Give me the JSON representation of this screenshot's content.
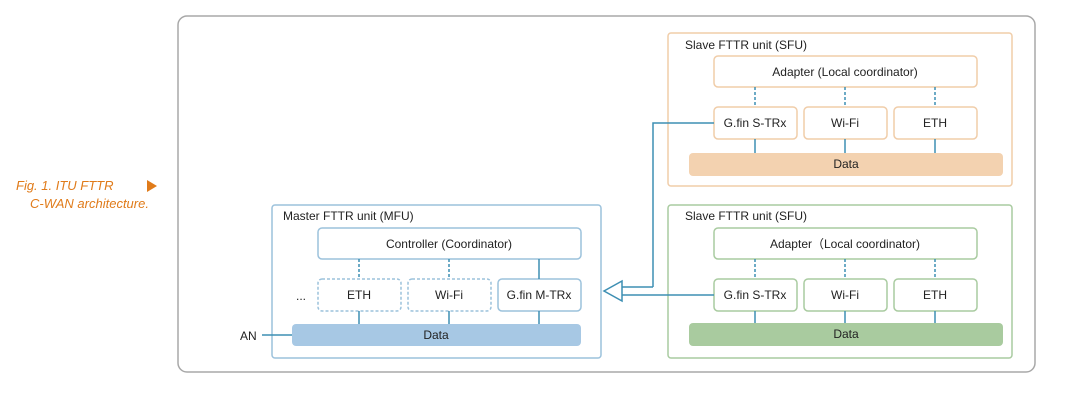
{
  "caption": {
    "line1": "Fig. 1. ITU FTTR",
    "line2": "C-WAN architecture."
  },
  "colors": {
    "caption": "#e07b1a",
    "link": "#3d8fb3",
    "outer_border": "#a8a8a8",
    "mfu_border": "#9cc2dc",
    "mfu_data": "#a7c8e4",
    "sfu1_border": "#f0cda9",
    "sfu1_data": "#f3d2b0",
    "sfu2_border": "#a9cba0",
    "sfu2_data": "#a9cb9f"
  },
  "an_label": "AN",
  "mfu": {
    "title": "Master FTTR unit (MFU)",
    "controller": "Controller (Coordinator)",
    "ellipsis": "...",
    "eth": "ETH",
    "wifi": "Wi-Fi",
    "gfin": "G.fin M-TRx",
    "data": "Data"
  },
  "sfu_top": {
    "title": "Slave FTTR unit (SFU)",
    "adapter": "Adapter (Local coordinator)",
    "gfin": "G.fin S-TRx",
    "wifi": "Wi-Fi",
    "eth": "ETH",
    "data": "Data"
  },
  "sfu_bottom": {
    "title": "Slave FTTR unit (SFU)",
    "adapter": "Adapter（Local coordinator)",
    "gfin": "G.fin S-TRx",
    "wifi": "Wi-Fi",
    "eth": "ETH",
    "data": "Data"
  }
}
